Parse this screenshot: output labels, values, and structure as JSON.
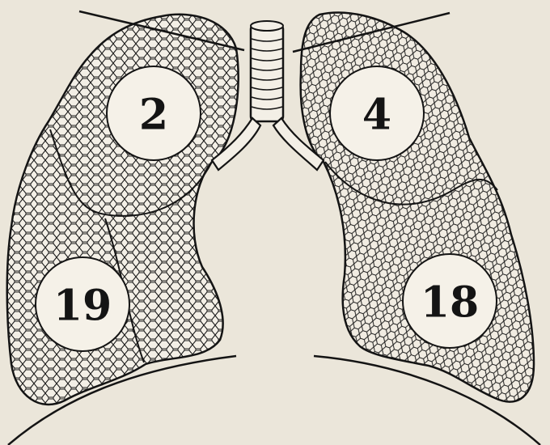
{
  "figure": {
    "background": "#ebe6da",
    "ink": "#141414",
    "lobe_labels": {
      "right_upper": "2",
      "left_upper": "4",
      "right_lower": "19",
      "left_lower": "18"
    }
  }
}
